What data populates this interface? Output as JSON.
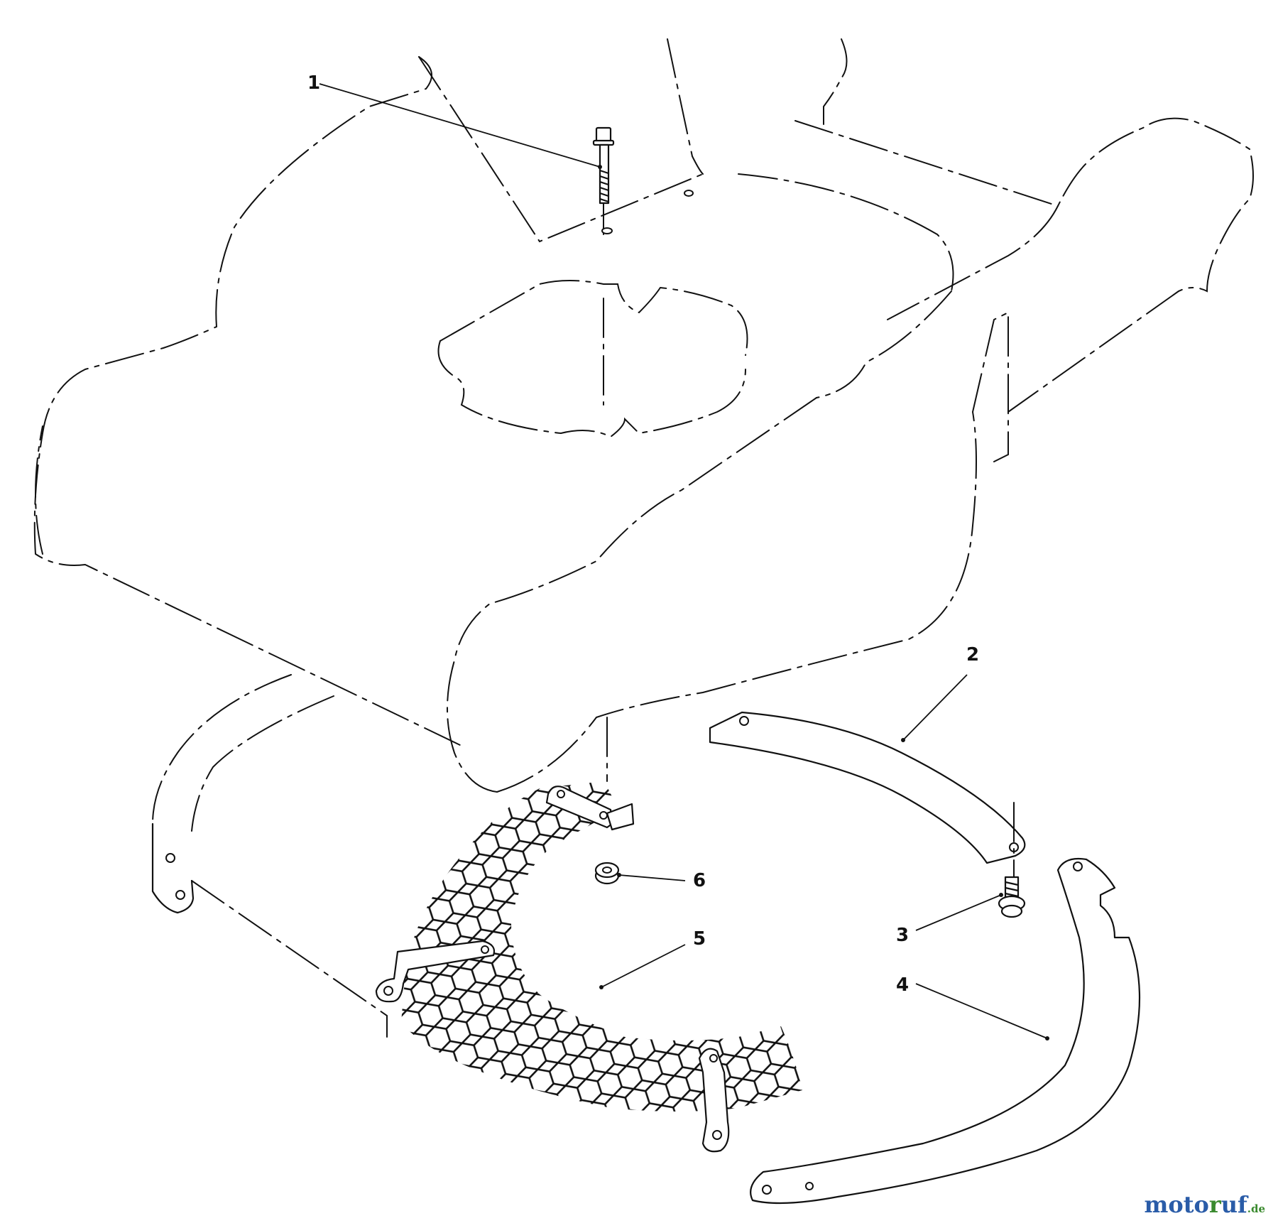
{
  "diagram": {
    "callouts": [
      {
        "id": "1",
        "label": "1"
      },
      {
        "id": "2",
        "label": "2"
      },
      {
        "id": "3",
        "label": "3"
      },
      {
        "id": "4",
        "label": "4"
      },
      {
        "id": "5",
        "label": "5"
      },
      {
        "id": "6",
        "label": "6"
      }
    ]
  },
  "watermark": {
    "part_a": "moto",
    "part_b": "r",
    "part_c": "uf",
    "part_d": ".de"
  }
}
